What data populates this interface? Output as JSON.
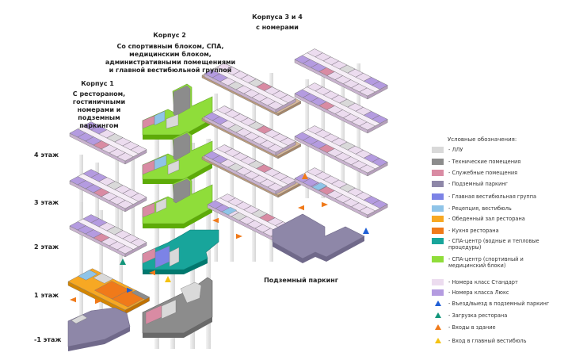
{
  "headings": {
    "building1_title": "Корпус 1",
    "building1_sub": [
      "С рестораном, гостиничными",
      "номерами и подземным",
      "паркингом"
    ],
    "building2_title": "Корпус 2",
    "building2_sub": [
      "Со спортивным блоком, СПА,",
      "медицинским блоком,",
      "административными помещениями",
      "и главной вестибюльной группой"
    ],
    "building34_title": "Корпуса 3 и 4",
    "building34_sub": "с номерами",
    "parking_label": "Подземный паркинг"
  },
  "floors": [
    "4 этаж",
    "3 этаж",
    "2 этаж",
    "1 этаж",
    "-1 этаж"
  ],
  "legend": {
    "title": "Условные обозначения:",
    "items": [
      {
        "label": "- ЛЛУ",
        "color": "#d9d9d9",
        "kind": "swatch"
      },
      {
        "label": "- Технические помещения",
        "color": "#8c8c8c",
        "kind": "swatch"
      },
      {
        "label": "- Служебные помещения",
        "color": "#d98ba3",
        "kind": "swatch"
      },
      {
        "label": "- Подземный паркинг",
        "color": "#8e87a8",
        "kind": "swatch"
      },
      {
        "label": "- Главная вестибюльная группа",
        "color": "#7c83e6",
        "kind": "swatch"
      },
      {
        "label": "- Рецепция, вестибюль",
        "color": "#8fc4e8",
        "kind": "swatch"
      },
      {
        "label": "- Обеденный зал ресторана",
        "color": "#f7a823",
        "kind": "swatch"
      },
      {
        "label": "- Кухня ресторана",
        "color": "#f07a1a",
        "kind": "swatch"
      },
      {
        "label": "- СПА-центр (водные и тепловые",
        "label2": "процедуры)",
        "color": "#18a59b",
        "kind": "swatch"
      },
      {
        "label": "- СПА-центр (спортивный и",
        "label2": "медицинский блоки)",
        "color": "#8fdd3a",
        "kind": "swatch"
      },
      {
        "label": "- Номера класс Стандарт",
        "color": "#ecdcef",
        "kind": "swatch"
      },
      {
        "label": "- Номера класса Люкс",
        "color": "#b49be0",
        "kind": "swatch"
      },
      {
        "label": "- Въезд/выезд в подземный паркинг",
        "color": "#1f5fd6",
        "kind": "triangle"
      },
      {
        "label": "- Загрузка ресторана",
        "color": "#12957a",
        "kind": "triangle"
      },
      {
        "label": "- Входы в здание",
        "color": "#f07a1a",
        "kind": "triangle"
      },
      {
        "label": "- Вход в главный вестибюль",
        "color": "#f5c211",
        "kind": "triangle"
      }
    ]
  },
  "colors": {
    "standard": "#ecdcef",
    "lux": "#b49be0",
    "service": "#d98ba3",
    "llu": "#d9d9d9",
    "tech": "#8c8c8c",
    "parking": "#8e87a8",
    "lobby": "#7c83e6",
    "reception": "#8fc4e8",
    "dining": "#f7a823",
    "kitchen": "#f07a1a",
    "spa_water": "#18a59b",
    "spa_sport": "#8fdd3a",
    "slab": "#d8b89a",
    "column": "#e6e6e6"
  }
}
